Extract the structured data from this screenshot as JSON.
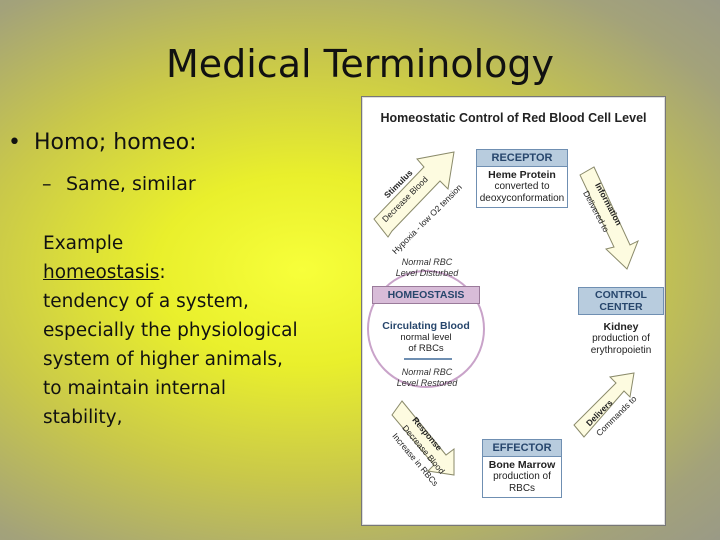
{
  "slide": {
    "title": "Medical Terminology",
    "bullet1": "Homo; homeo:",
    "bullet1_marker": "•",
    "bullet2": "Same, similar",
    "bullet2_marker": "–",
    "para_line1": "Example",
    "para_term": "homeostasis",
    "para_colon": ":",
    "para_lines": [
      "tendency of a system,",
      "especially the physiological",
      "system of higher animals,",
      "to maintain internal",
      "stability,"
    ]
  },
  "figure": {
    "title": "Homeostatic Control of Red Blood Cell Level",
    "receptor": {
      "header": "RECEPTOR",
      "name": "Heme Protein",
      "line1": "converted to",
      "line2": "deoxyconformation"
    },
    "control_center": {
      "header_line1": "CONTROL",
      "header_line2": "CENTER",
      "name": "Kidney",
      "line1": "production of",
      "line2": "erythropoietin"
    },
    "effector": {
      "header": "EFFECTOR",
      "name": "Bone Marrow",
      "line1": "production of",
      "line2": "RBCs"
    },
    "homeostasis": {
      "header": "HOMEOSTASIS",
      "name": "Circulating Blood",
      "line1": "normal level",
      "line2": "of RBCs",
      "disturbed_line1": "Normal RBC",
      "disturbed_line2": "Level Disturbed",
      "restored_line1": "Normal RBC",
      "restored_line2": "Level Restored"
    },
    "arrows": {
      "stimulus_title": "Stimulus",
      "stimulus_line1": "Decrease Blood",
      "stimulus_line2": "Hypoxia - low O2 tension",
      "information_title": "Information",
      "information_line": "Delivered to",
      "delivers_title": "Delivers",
      "delivers_line": "Commands to",
      "response_title": "Response",
      "response_line1": "Decrease Blood",
      "response_line2": "Increase in RBCs"
    },
    "colors": {
      "header_fill": "#b8ccde",
      "header_text": "#27466c",
      "homeostasis_fill": "#d8bcd8",
      "arrow_fill": "#fdfbe0"
    }
  }
}
